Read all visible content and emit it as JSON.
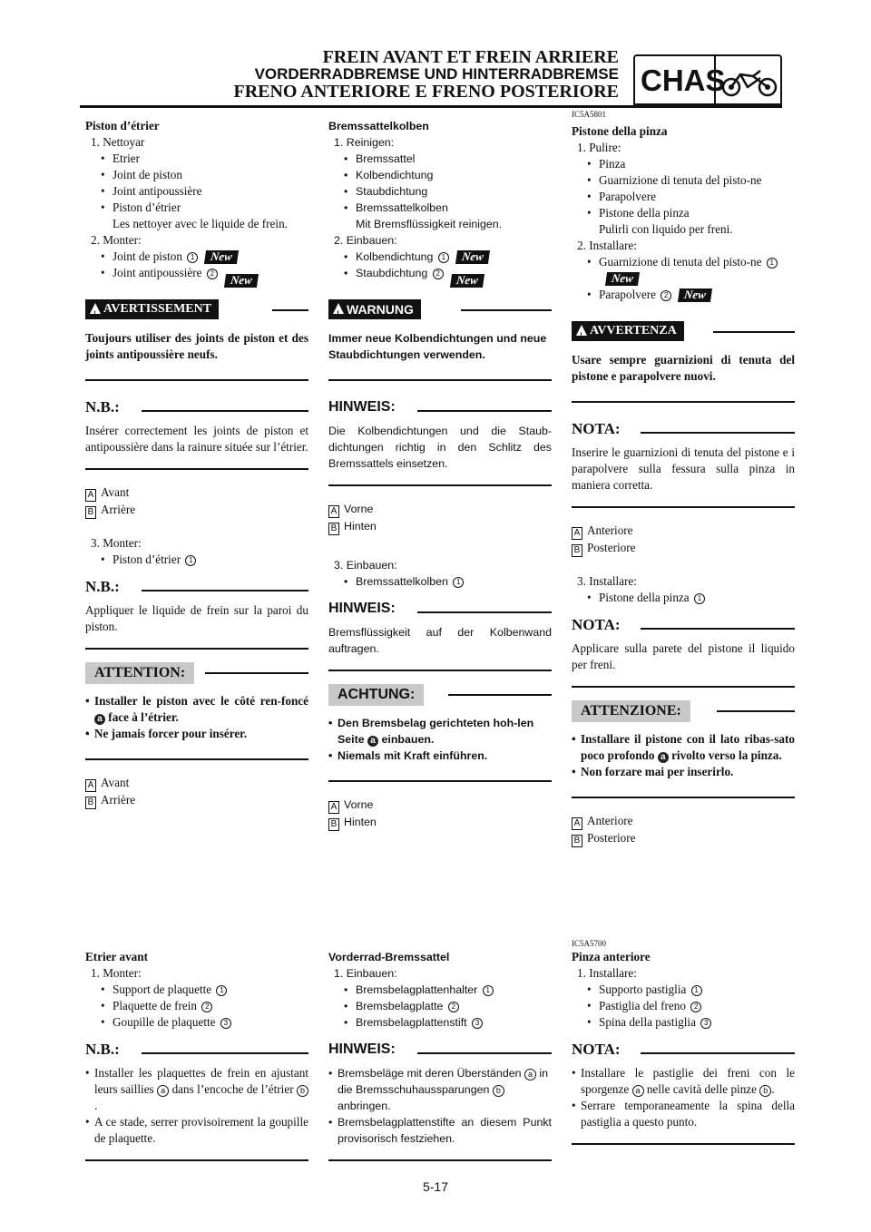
{
  "header": {
    "title_fr": "FREIN AVANT ET FREIN ARRIERE",
    "title_de": "VORDERRADBREMSE UND HINTERRADBREMSE",
    "title_it": "FRENO ANTERIORE E FRENO POSTERIORE",
    "section_badge": "CHAS",
    "section_icon": "motorcycle-icon"
  },
  "new_mark": "New",
  "fr": {
    "piston_title": "Piston d’étrier",
    "step1": "1. Nettoyar",
    "step1_items": [
      "Etrier",
      "Joint de piston",
      "Joint antipoussière",
      "Piston d’étrier"
    ],
    "step1_note": "Les nettoyer avec le liquide de frein.",
    "step2": "2. Monter:",
    "step2_items": [
      "Joint de piston",
      "Joint antipoussière"
    ],
    "warning_label": "AVERTISSEMENT",
    "warning_text": "Toujours utiliser des joints de piston et des joints antipoussière neufs.",
    "nb": "N.B.:",
    "nb1_text": "Insérer correctement les joints de piston et antipoussière dans la rainure située sur l’étrier.",
    "front": "Avant",
    "rear": "Arrière",
    "step3": "3. Monter:",
    "step3_item": "Piston d’étrier",
    "nb2_text": "Appliquer le liquide de frein sur la paroi du piston.",
    "attention_label": "ATTENTION:",
    "att1_a": "Installer le piston avec le côté ren-foncé",
    "att1_b": "face à l’étrier.",
    "att2": "Ne jamais forcer pour insérer.",
    "etrier_title": "Etrier avant",
    "e_step1": "1. Monter:",
    "e_items": [
      "Support de plaquette",
      "Plaquette de frein",
      "Goupille de plaquette"
    ],
    "nb3_1a": "Installer les plaquettes de frein en ajustant leurs saillies",
    "nb3_1b": "dans l’encoche de l’étrier",
    "nb3_2": "A ce stade, serrer provisoirement la goupille de plaquette."
  },
  "de": {
    "piston_title": "Bremssattelkolben",
    "step1": "1. Reinigen:",
    "step1_items": [
      "Bremssattel",
      "Kolbendichtung",
      "Staubdichtung",
      "Bremssattelkolben"
    ],
    "step1_note": "Mit Bremsflüssigkeit reinigen.",
    "step2": "2. Einbauen:",
    "step2_items": [
      "Kolbendichtung",
      "Staubdichtung"
    ],
    "warning_label": "WARNUNG",
    "warning_text": "Immer neue Kolbendichtungen und neue Staubdichtungen verwenden.",
    "nb": "HINWEIS:",
    "nb1_text": "Die Kolbendichtungen und die Staub-dichtungen richtig in den Schlitz des Bremssattels einsetzen.",
    "front": "Vorne",
    "rear": "Hinten",
    "step3": "3. Einbauen:",
    "step3_item": "Bremssattelkolben",
    "nb2_text": "Bremsflüssigkeit auf der Kolbenwand auftragen.",
    "attention_label": "ACHTUNG:",
    "att1_a": "Den Bremsbelag gerichteten hoh-len Seite",
    "att1_b": "einbauen.",
    "att2": "Niemals mit Kraft einführen.",
    "etrier_title": "Vorderrad-Bremssattel",
    "e_step1": "1. Einbauen:",
    "e_items": [
      "Bremsbelagplattenhalter",
      "Bremsbelagplatte",
      "Bremsbelagplattenstift"
    ],
    "nb3_1a": "Bremsbeläge mit deren Überständen",
    "nb3_1b": "in die Bremsschuhaussparungen",
    "nb3_1c": "anbringen.",
    "nb3_2": "Bremsbelagplattenstifte an diesem Punkt provisorisch festziehen."
  },
  "it": {
    "ref1": "IC5A5801",
    "piston_title": "Pistone della pinza",
    "step1": "1. Pulire:",
    "step1_items": [
      "Pinza",
      "Guarnizione di tenuta del pisto-ne",
      "Parapolvere",
      "Pistone della pinza"
    ],
    "step1_note": "Pulirli con liquido per freni.",
    "step2": "2. Installare:",
    "step2_items": [
      "Guarnizione di tenuta del pisto-ne",
      "Parapolvere"
    ],
    "warning_label": "AVVERTENZA",
    "warning_text": "Usare sempre guarnizioni di tenuta del pistone e parapolvere nuovi.",
    "nb": "NOTA:",
    "nb1_text": "Inserire le guarnizioni di tenuta del pistone e i parapolvere sulla fessura sulla pinza in maniera corretta.",
    "front": "Anteriore",
    "rear": "Posteriore",
    "step3": "3. Installare:",
    "step3_item": "Pistone della pinza",
    "nb2_text": "Applicare sulla parete del pistone il liquido per freni.",
    "attention_label": "ATTENZIONE:",
    "att1_a": "Installare il pistone con il lato ribas-sato poco profondo",
    "att1_b": "rivolto verso la pinza.",
    "att2": "Non forzare mai per inserirlo.",
    "ref2": "IC5A5700",
    "etrier_title": "Pinza anteriore",
    "e_step1": "1. Installare:",
    "e_items": [
      "Supporto pastiglia",
      "Pastiglia del freno",
      "Spina della pastiglia"
    ],
    "nb3_1a": "Installare le pastiglie dei freni con le sporgenze",
    "nb3_1b": "nelle cavità delle pinze",
    "nb3_2": "Serrare temporaneamente la spina della pastiglia a questo punto."
  },
  "markers": {
    "A": "A",
    "B": "B",
    "a": "a",
    "b": "b",
    "n1": "1",
    "n2": "2",
    "n3": "3"
  },
  "page_number": "5-17"
}
